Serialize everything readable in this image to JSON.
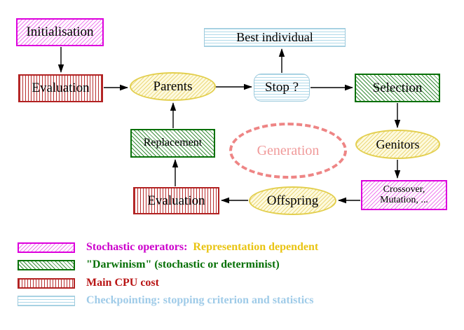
{
  "diagram": {
    "description": "Evolutionary algorithm generation loop",
    "nodes": {
      "initialisation": {
        "label": "Initialisation",
        "style": "magenta-diagonal-hatch"
      },
      "evaluation_top": {
        "label": "Evaluation",
        "style": "red-vertical-stripes"
      },
      "parents": {
        "label": "Parents",
        "style": "yellow-hatched-ellipse"
      },
      "best_individual": {
        "label": "Best individual",
        "style": "cyan-horizontal-stripes"
      },
      "stop": {
        "label": "Stop ?",
        "style": "cyan-horizontal-stripes-rounded"
      },
      "selection": {
        "label": "Selection",
        "style": "green-diagonal-hatch"
      },
      "genitors": {
        "label": "Genitors",
        "style": "yellow-hatched-ellipse"
      },
      "crossover": {
        "line1": "Crossover,",
        "line2": "Mutation, ...",
        "style": "magenta-diagonal-hatch"
      },
      "offspring": {
        "label": "Offspring",
        "style": "yellow-hatched-ellipse"
      },
      "evaluation_bottom": {
        "label": "Evaluation",
        "style": "red-vertical-stripes"
      },
      "replacement": {
        "label": "Replacement",
        "style": "green-diagonal-hatch"
      },
      "generation": {
        "label": "Generation",
        "style": "salmon-dashed-ellipse"
      }
    },
    "flow": [
      "Initialisation -> Evaluation",
      "Evaluation -> Parents",
      "Parents -> Stop ?",
      "Stop ? -> Best individual",
      "Stop ? -> Selection",
      "Selection -> Genitors",
      "Genitors -> Crossover, Mutation, ...",
      "Crossover, Mutation, ... -> Offspring",
      "Offspring -> Evaluation",
      "Evaluation -> Replacement",
      "Replacement -> Parents"
    ]
  },
  "legend": {
    "items": [
      {
        "swatch": "magenta-diagonal-hatch",
        "label": "Stochastic operators:",
        "label_secondary": "Representation dependent",
        "label_color": "#cc00cc",
        "secondary_color": "#e9c412"
      },
      {
        "swatch": "green-diagonal-hatch",
        "label": "\"Darwinism\" (stochastic or determinist)",
        "label_color": "#067006"
      },
      {
        "swatch": "red-vertical-stripes",
        "label": "Main CPU cost",
        "label_color": "#b81414"
      },
      {
        "swatch": "cyan-horizontal-stripes",
        "label": "Checkpointing: stopping criterion and statistics",
        "label_color": "#9fcbe8"
      }
    ]
  },
  "palette": {
    "magenta_border": "#dd00dd",
    "magenta_hatch": "#ee7eee",
    "green_border": "#067006",
    "green_hatch": "#3b8e3b",
    "red_border": "#b22222",
    "red_stripe": "#b83030",
    "cyan_border": "#9fcbdd",
    "cyan_stripe": "#b0d9e9",
    "yellow_border": "#e3cf4e",
    "yellow_fill": "#fdfadf",
    "yellow_hatch": "#ecd87c",
    "salmon_dash": "#ee8585",
    "salmon_text": "#f09a9a",
    "arrow": "#000000",
    "background": "#ffffff"
  }
}
